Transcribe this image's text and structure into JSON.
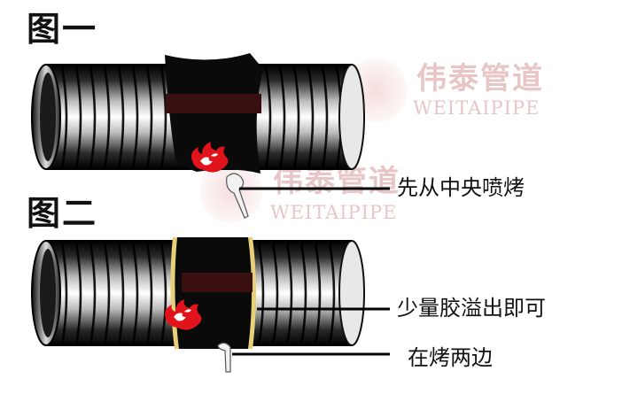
{
  "figure_labels": {
    "fig1": "图一",
    "fig2": "图二"
  },
  "callouts": {
    "fig1_spray_center": "先从中央喷烤",
    "fig2_glue_overflow": "少量胶溢出即可",
    "fig2_bake_sides": "在烤两边"
  },
  "watermark": {
    "cn": "伟泰管道",
    "en": "WEITAIPIPE"
  },
  "colors": {
    "pipe_dark": "#111111",
    "sleeve_black": "#0a0a0a",
    "band_maroon": "#3a0f10",
    "flame_red": "#e0141a",
    "glue_yellow": "#e8cf7a",
    "watermark": "#e2b3b3"
  }
}
